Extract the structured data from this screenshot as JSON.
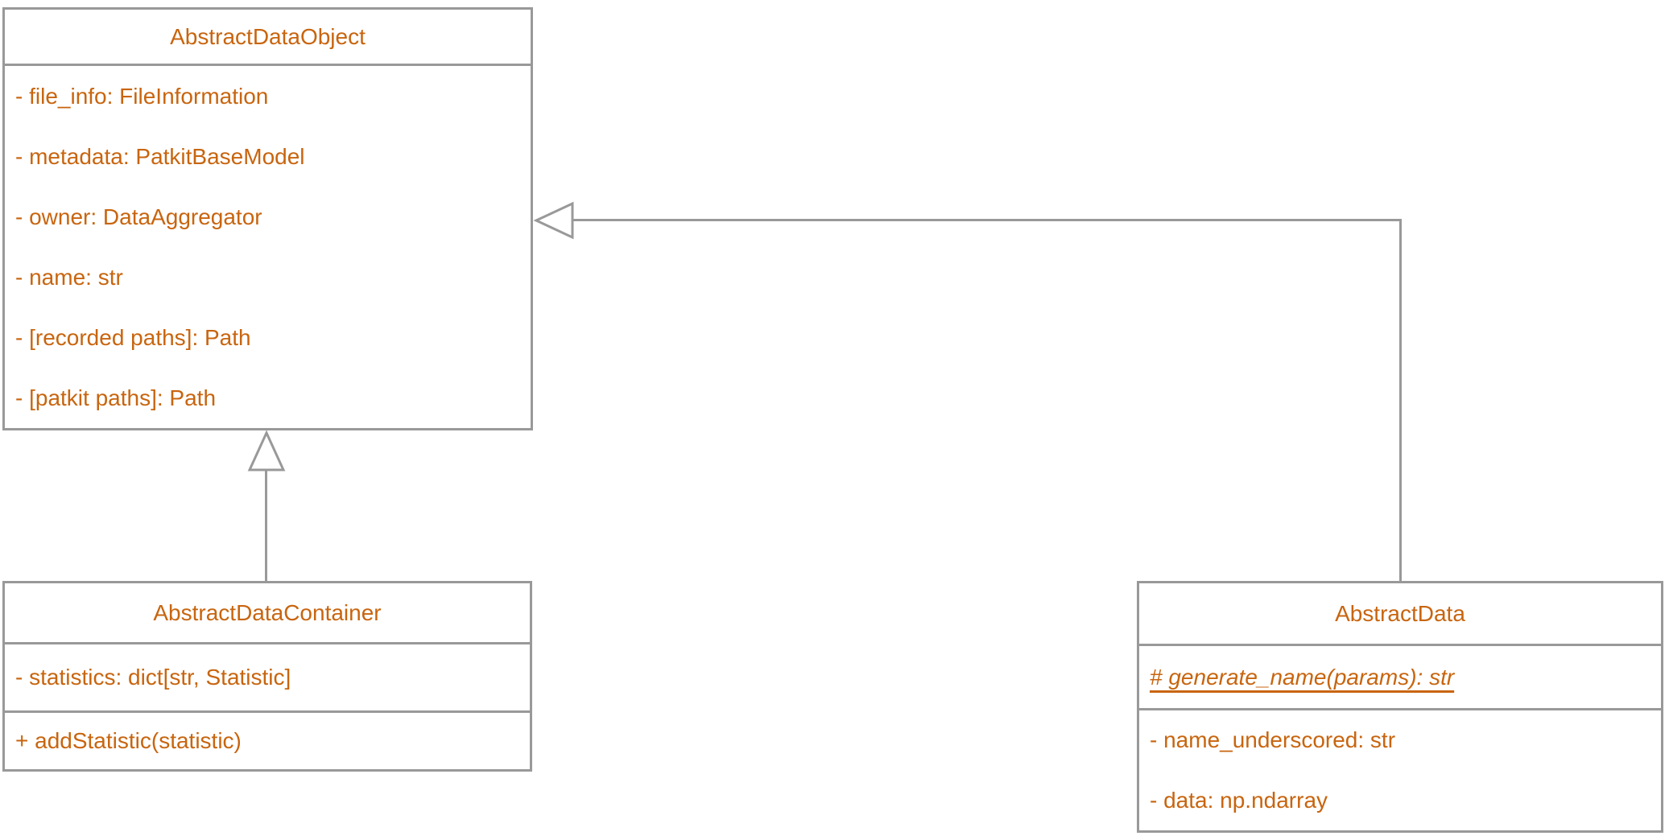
{
  "colors": {
    "text": "#C8650F",
    "line": "#999999",
    "fill": "#ffffff",
    "background": "#ffffff"
  },
  "classes": [
    {
      "name": "AbstractDataObject",
      "compartments": [
        [
          "- file_info: FileInformation",
          "- metadata: PatkitBaseModel",
          "- owner: DataAggregator",
          "- name: str",
          "- [recorded paths]: Path",
          "- [patkit paths]: Path"
        ]
      ]
    },
    {
      "name": "AbstractDataContainer",
      "compartments": [
        [
          "- statistics: dict[str, Statistic]"
        ],
        [
          "+ addStatistic(statistic)"
        ]
      ]
    },
    {
      "name": "AbstractData",
      "compartments": [
        [
          "# generate_name(params): str"
        ],
        [
          "- name_underscored: str",
          "- data: np.ndarray"
        ]
      ]
    }
  ],
  "relations": [
    {
      "type": "inheritance",
      "from": "AbstractDataContainer",
      "to": "AbstractDataObject"
    },
    {
      "type": "inheritance",
      "from": "AbstractData",
      "to": "AbstractDataObject"
    }
  ]
}
